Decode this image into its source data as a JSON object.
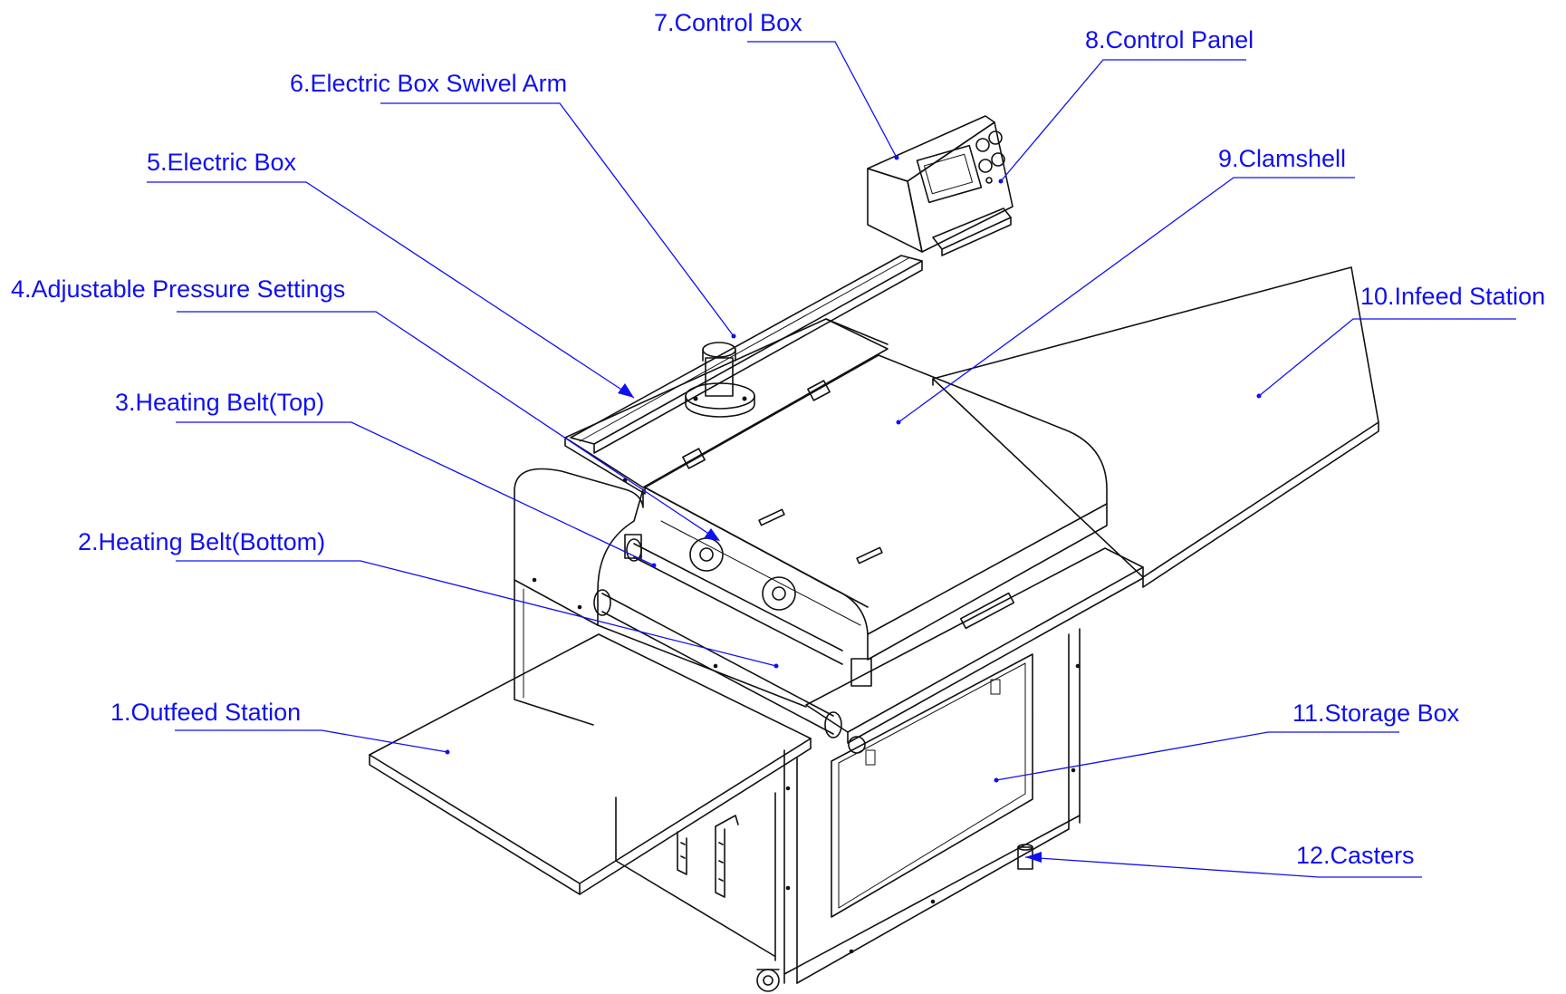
{
  "colors": {
    "callout": "#1010f0",
    "linework": "#111111",
    "background": "#ffffff"
  },
  "callouts": [
    {
      "id": "outfeed-station",
      "text": "1.Outfeed Station"
    },
    {
      "id": "heating-belt-bottom",
      "text": "2.Heating Belt(Bottom)"
    },
    {
      "id": "heating-belt-top",
      "text": "3.Heating Belt(Top)"
    },
    {
      "id": "adjustable-pressure-settings",
      "text": "4.Adjustable Pressure Settings"
    },
    {
      "id": "electric-box",
      "text": "5.Electric Box"
    },
    {
      "id": "electric-box-swivel-arm",
      "text": "6.Electric Box Swivel Arm"
    },
    {
      "id": "control-box",
      "text": "7.Control Box"
    },
    {
      "id": "control-panel",
      "text": "8.Control Panel"
    },
    {
      "id": "clamshell",
      "text": "9.Clamshell"
    },
    {
      "id": "infeed-station",
      "text": "10.Infeed Station"
    },
    {
      "id": "storage-box",
      "text": "11.Storage Box"
    },
    {
      "id": "casters",
      "text": "12.Casters"
    }
  ]
}
